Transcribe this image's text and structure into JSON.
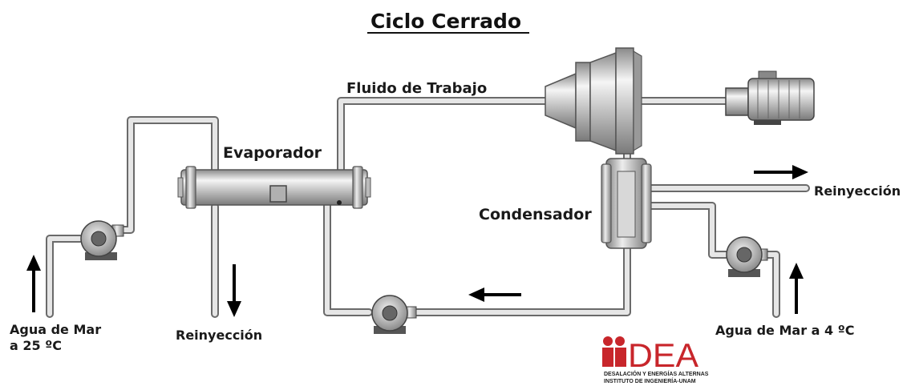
{
  "title": "Ciclo Cerrado",
  "labels": {
    "fluido": "Fluido de Trabajo",
    "evaporador": "Evaporador",
    "condensador": "Condensador",
    "reinyeccion_left": "Reinyección",
    "reinyeccion_right": "Reinyección",
    "agua_warm_line1": "Agua de Mar",
    "agua_warm_line2": "a 25 ºC",
    "agua_cold": "Agua de Mar a 4 ºC"
  },
  "logo": {
    "mark": "DEA",
    "line1": "DESALACIÓN Y ENERGÍAS ALTERNAS",
    "line2": "INSTITUTO DE INGENIERÍA-UNAM"
  },
  "colors": {
    "brand_red": "#c8262b",
    "pipe": "#c8c8c8",
    "outline": "#555555"
  }
}
